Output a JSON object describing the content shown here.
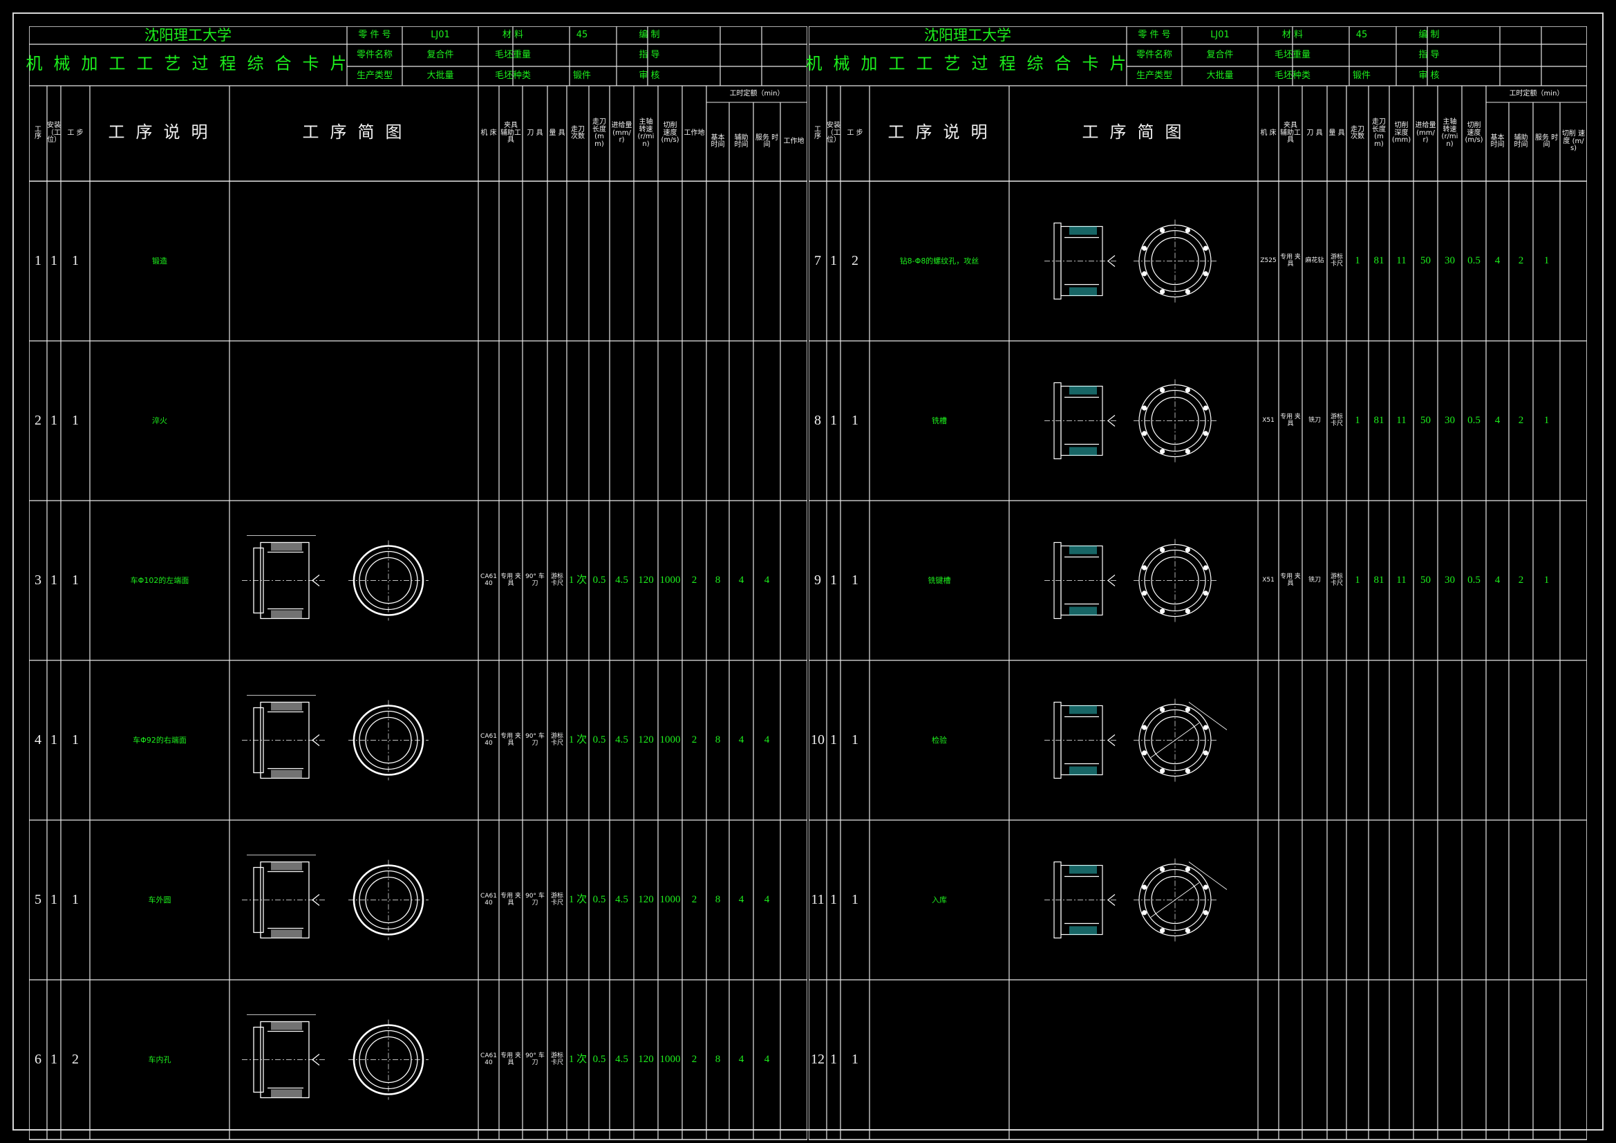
{
  "cards": [
    {
      "header": {
        "school": "沈阳理工大学",
        "title": "机 械 加 工 工 艺 过 程 综 合 卡 片",
        "fields": [
          {
            "label": "零 件 号",
            "value": "LJ01",
            "label2": "材   料",
            "value2": "45",
            "label3": "编   制",
            "value3": ""
          },
          {
            "label": "零件名称",
            "value": "复合件",
            "label2": "毛坯重量",
            "value2": "",
            "label3": "指   导",
            "value3": ""
          },
          {
            "label": "生产类型",
            "value": "大批量",
            "label2": "毛坯种类",
            "value2": "锻件",
            "label3": "审   核",
            "value3": ""
          }
        ]
      },
      "columns": {
        "seq": "工 序",
        "install": "安装 （工位）",
        "step": "工 步",
        "desc": "工 序 说 明",
        "sketch": "工 序 简 图",
        "machine": "机 床",
        "fixture": "夹具 辅助工具",
        "tool": "刀 具",
        "gauge": "量 具",
        "passes": "走刀 次数",
        "depth": "走刀 长度 (mm)",
        "feed": "进给量 (mm/r)",
        "spindle": "主轴 转速 (r/min)",
        "speed": "切削 速度 (m/s)",
        "time": "工时定额（min）",
        "t_basic": "基本 时间",
        "t_aux": "辅助 时间",
        "t_service": "服务 时间",
        "t_work": "工作地"
      },
      "rows": [
        {
          "seq": "1",
          "ins": "1",
          "step": "1",
          "desc": "锻造",
          "sketch": "none",
          "machine": "",
          "fixture": "",
          "tool": "",
          "gauge": "",
          "passes": "",
          "length": "",
          "feed": "",
          "spindle": "",
          "speed": "",
          "t1": "",
          "t2": "",
          "t3": "",
          "t4": ""
        },
        {
          "seq": "2",
          "ins": "1",
          "step": "1",
          "desc": "淬火",
          "sketch": "none",
          "machine": "",
          "fixture": "",
          "tool": "",
          "gauge": "",
          "passes": "",
          "length": "",
          "feed": "",
          "spindle": "",
          "speed": "",
          "t1": "",
          "t2": "",
          "t3": "",
          "t4": ""
        },
        {
          "seq": "3",
          "ins": "1",
          "step": "1",
          "desc": "车Φ102的左端面",
          "sketch": "bush",
          "machine": "CA6140",
          "fixture": "专用 夹具",
          "tool": "90° 车刀",
          "gauge": "游标卡尺",
          "passes": "1 次",
          "length": "0.5",
          "feed": "4.5",
          "spindle": "120",
          "speed": "1000",
          "t1": "2",
          "t2": "8",
          "t3": "4",
          "t4": "4"
        },
        {
          "seq": "4",
          "ins": "1",
          "step": "1",
          "desc": "车Φ92的右端面",
          "sketch": "bush",
          "machine": "CA6140",
          "fixture": "专用 夹具",
          "tool": "90° 车刀",
          "gauge": "游标卡尺",
          "passes": "1 次",
          "length": "0.5",
          "feed": "4.5",
          "spindle": "120",
          "speed": "1000",
          "t1": "2",
          "t2": "8",
          "t3": "4",
          "t4": "4"
        },
        {
          "seq": "5",
          "ins": "1",
          "step": "1",
          "desc": "车外圆",
          "sketch": "bush",
          "machine": "CA6140",
          "fixture": "专用 夹具",
          "tool": "90° 车刀",
          "gauge": "游标卡尺",
          "passes": "1 次",
          "length": "0.5",
          "feed": "4.5",
          "spindle": "120",
          "speed": "1000",
          "t1": "2",
          "t2": "8",
          "t3": "4",
          "t4": "4"
        },
        {
          "seq": "6",
          "ins": "1",
          "step": "2",
          "desc": "车内孔",
          "sketch": "bush",
          "machine": "CA6140",
          "fixture": "专用 夹具",
          "tool": "90° 车刀",
          "gauge": "游标卡尺",
          "passes": "1 次",
          "length": "0.5",
          "feed": "4.5",
          "spindle": "120",
          "speed": "1000",
          "t1": "2",
          "t2": "8",
          "t3": "4",
          "t4": "4"
        }
      ]
    },
    {
      "header": {
        "school": "沈阳理工大学",
        "title": "机 械 加 工 工 艺 过 程 综 合 卡 片",
        "fields": [
          {
            "label": "零 件 号",
            "value": "LJ01",
            "label2": "材   料",
            "value2": "45",
            "label3": "编   制",
            "value3": ""
          },
          {
            "label": "零件名称",
            "value": "复合件",
            "label2": "毛坯重量",
            "value2": "",
            "label3": "指   导",
            "value3": ""
          },
          {
            "label": "生产类型",
            "value": "大批量",
            "label2": "毛坯种类",
            "value2": "锻件",
            "label3": "审   核",
            "value3": ""
          }
        ]
      },
      "columns": {
        "seq": "工 序",
        "install": "安装 （工位）",
        "step": "工 步",
        "desc": "工 序 说 明",
        "sketch": "工 序 简 图",
        "machine": "机 床",
        "fixture": "夹具 辅助工具",
        "tool": "刀 具",
        "gauge": "量 具",
        "passes": "走刀 次数",
        "depth": "走刀 长度 (mm)",
        "feed": "切削 深度 (mm)",
        "spindle": "进给量 (mm/r)",
        "speed": "主轴 转速 (r/min)",
        "time": "工时定额（min）",
        "t_basic": "基本 时间",
        "t_aux": "辅助 时间",
        "t_service": "服务 时间",
        "t_work": "切削 速度 (m/s)"
      },
      "rows": [
        {
          "seq": "7",
          "ins": "1",
          "step": "2",
          "desc": "钻8-Φ8的螺纹孔，攻丝",
          "sketch": "flange",
          "machine": "Z525",
          "fixture": "专用 夹具",
          "tool": "麻花钻",
          "gauge": "游标卡尺",
          "passes": "1",
          "length": "81",
          "feed": "11",
          "spindle": "50",
          "speed": "30",
          "t1": "0.5",
          "t2": "4",
          "t3": "2",
          "t4": "1"
        },
        {
          "seq": "8",
          "ins": "1",
          "step": "1",
          "desc": "铣槽",
          "sketch": "flange",
          "machine": "X51",
          "fixture": "专用 夹具",
          "tool": "铣刀",
          "gauge": "游标卡尺",
          "passes": "1",
          "length": "81",
          "feed": "11",
          "spindle": "50",
          "speed": "30",
          "t1": "0.5",
          "t2": "4",
          "t3": "2",
          "t4": "1"
        },
        {
          "seq": "9",
          "ins": "1",
          "step": "1",
          "desc": "铣键槽",
          "sketch": "flange",
          "machine": "X51",
          "fixture": "专用 夹具",
          "tool": "铣刀",
          "gauge": "游标卡尺",
          "passes": "1",
          "length": "81",
          "feed": "11",
          "spindle": "50",
          "speed": "30",
          "t1": "0.5",
          "t2": "4",
          "t3": "2",
          "t4": "1"
        },
        {
          "seq": "10",
          "ins": "1",
          "step": "1",
          "desc": "检验",
          "sketch": "full",
          "machine": "",
          "fixture": "",
          "tool": "",
          "gauge": "",
          "passes": "",
          "length": "",
          "feed": "",
          "spindle": "",
          "speed": "",
          "t1": "",
          "t2": "",
          "t3": "",
          "t4": ""
        },
        {
          "seq": "11",
          "ins": "1",
          "step": "1",
          "desc": "入库",
          "sketch": "full",
          "machine": "",
          "fixture": "",
          "tool": "",
          "gauge": "",
          "passes": "",
          "length": "",
          "feed": "",
          "spindle": "",
          "speed": "",
          "t1": "",
          "t2": "",
          "t3": "",
          "t4": ""
        },
        {
          "seq": "12",
          "ins": "1",
          "step": "1",
          "desc": "",
          "sketch": "none",
          "machine": "",
          "fixture": "",
          "tool": "",
          "gauge": "",
          "passes": "",
          "length": "",
          "feed": "",
          "spindle": "",
          "speed": "",
          "t1": "",
          "t2": "",
          "t3": "",
          "t4": ""
        }
      ]
    }
  ],
  "colors": {
    "background": "#000000",
    "lines": "#e8e8e8",
    "text_green": "#1df01d"
  }
}
